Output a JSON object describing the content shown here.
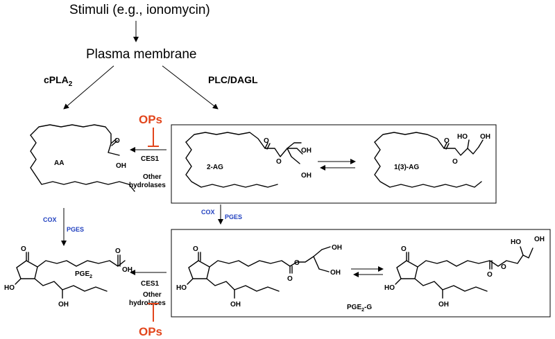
{
  "labels": {
    "stimuli": "Stimuli (e.g., ionomycin)",
    "plasma_membrane": "Plasma membrane",
    "cpla2": "cPLA",
    "cpla2_sub": "2",
    "plc_dagl": "PLC/DAGL",
    "ops_top": "OPs",
    "ops_bottom": "OPs",
    "ces1_top": "CES1",
    "other_top_1": "Other",
    "other_top_2": "hydrolases",
    "ces1_bottom": "CES1",
    "other_bottom_1": "Other",
    "other_bottom_2": "hydrolases",
    "cox_left": "COX",
    "pges_left": "PGES",
    "cox_right": "COX",
    "pges_right": "PGES"
  },
  "molecules": {
    "aa": "AA",
    "two_ag": "2-AG",
    "one_three_ag": "1(3)-AG",
    "pge2": "PGE",
    "pge2_sub": "2",
    "pge2g_main": "PGE",
    "pge2g_sub": "2",
    "pge2g_suffix": "-G"
  },
  "atoms": {
    "oh": "OH",
    "ho": "HO",
    "o": "O"
  },
  "colors": {
    "ops": "#e2451b",
    "enzyme_blue": "#1f3fbf"
  }
}
